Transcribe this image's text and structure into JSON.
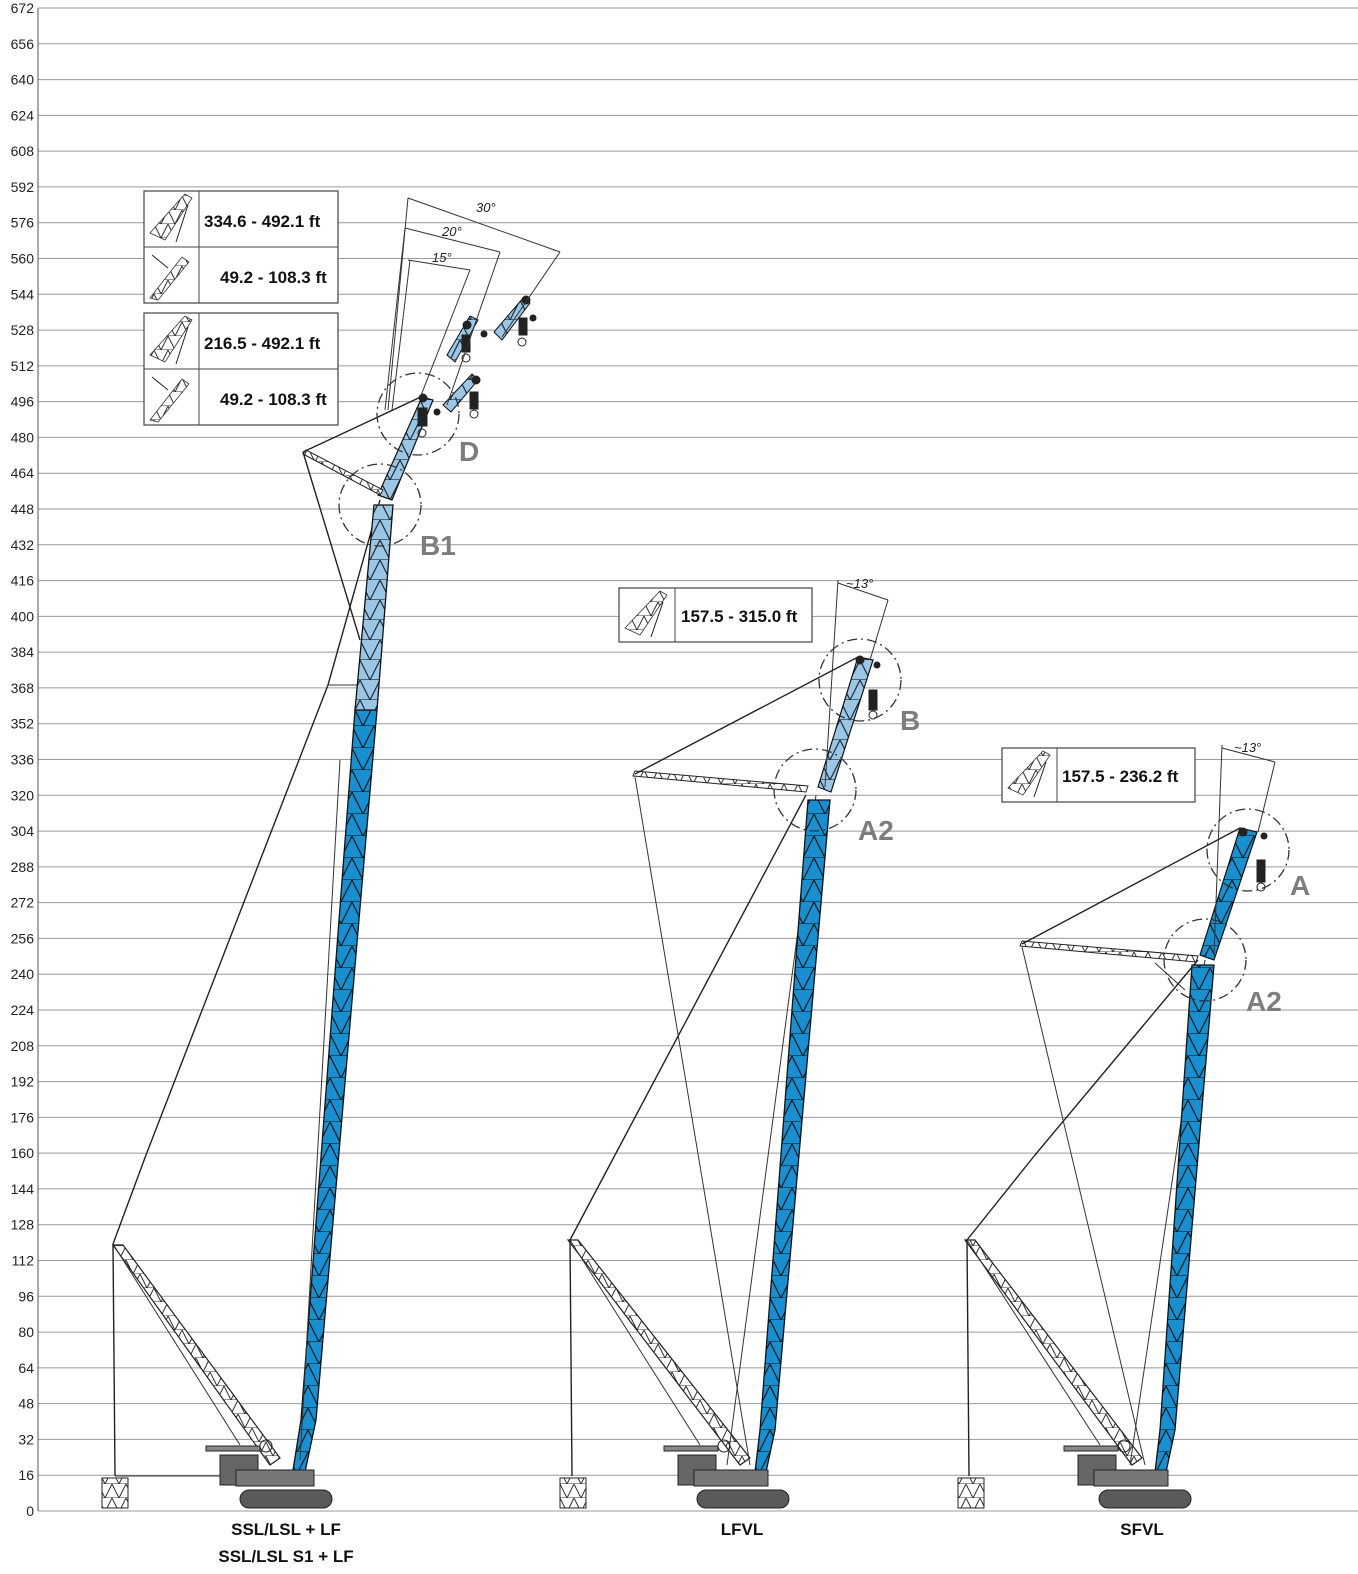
{
  "y_axis": {
    "unit": "ft",
    "ticks": [
      "0",
      "16",
      "32",
      "48",
      "64",
      "80",
      "96",
      "112",
      "128",
      "144",
      "160",
      "176",
      "192",
      "208",
      "224",
      "240",
      "256",
      "272",
      "288",
      "304",
      "320",
      "336",
      "352",
      "368",
      "384",
      "400",
      "416",
      "432",
      "448",
      "464",
      "480",
      "496",
      "512",
      "528",
      "544",
      "560",
      "576",
      "592",
      "608",
      "624",
      "640",
      "656",
      "672"
    ]
  },
  "configurations": [
    {
      "labels": [
        "SSL/LSL + LF",
        "SSL/LSL S1 + LF"
      ],
      "info_boxes": [
        {
          "main_boom": "334.6 - 492.1 ft",
          "jib": "49.2 - 108.3 ft"
        },
        {
          "main_boom": "216.5 - 492.1 ft",
          "jib": "49.2 - 108.3 ft"
        }
      ],
      "offset_angles": [
        "15°",
        "20°",
        "30°"
      ],
      "details": [
        "B1",
        "D"
      ]
    },
    {
      "labels": [
        "LFVL"
      ],
      "info_box": {
        "boom": "157.5 - 315.0 ft"
      },
      "offset_angle": "~13°",
      "details": [
        "A2",
        "B"
      ]
    },
    {
      "labels": [
        "SFVL"
      ],
      "info_box": {
        "boom": "157.5 - 236.2 ft"
      },
      "offset_angle": "~13°",
      "details": [
        "A2",
        "A"
      ]
    }
  ],
  "colors": {
    "boom_dark": "#1a8fd0",
    "boom_light": "#9cc6e6",
    "grid": "#9a9a9a",
    "detail_label": "#7d7d7d"
  }
}
